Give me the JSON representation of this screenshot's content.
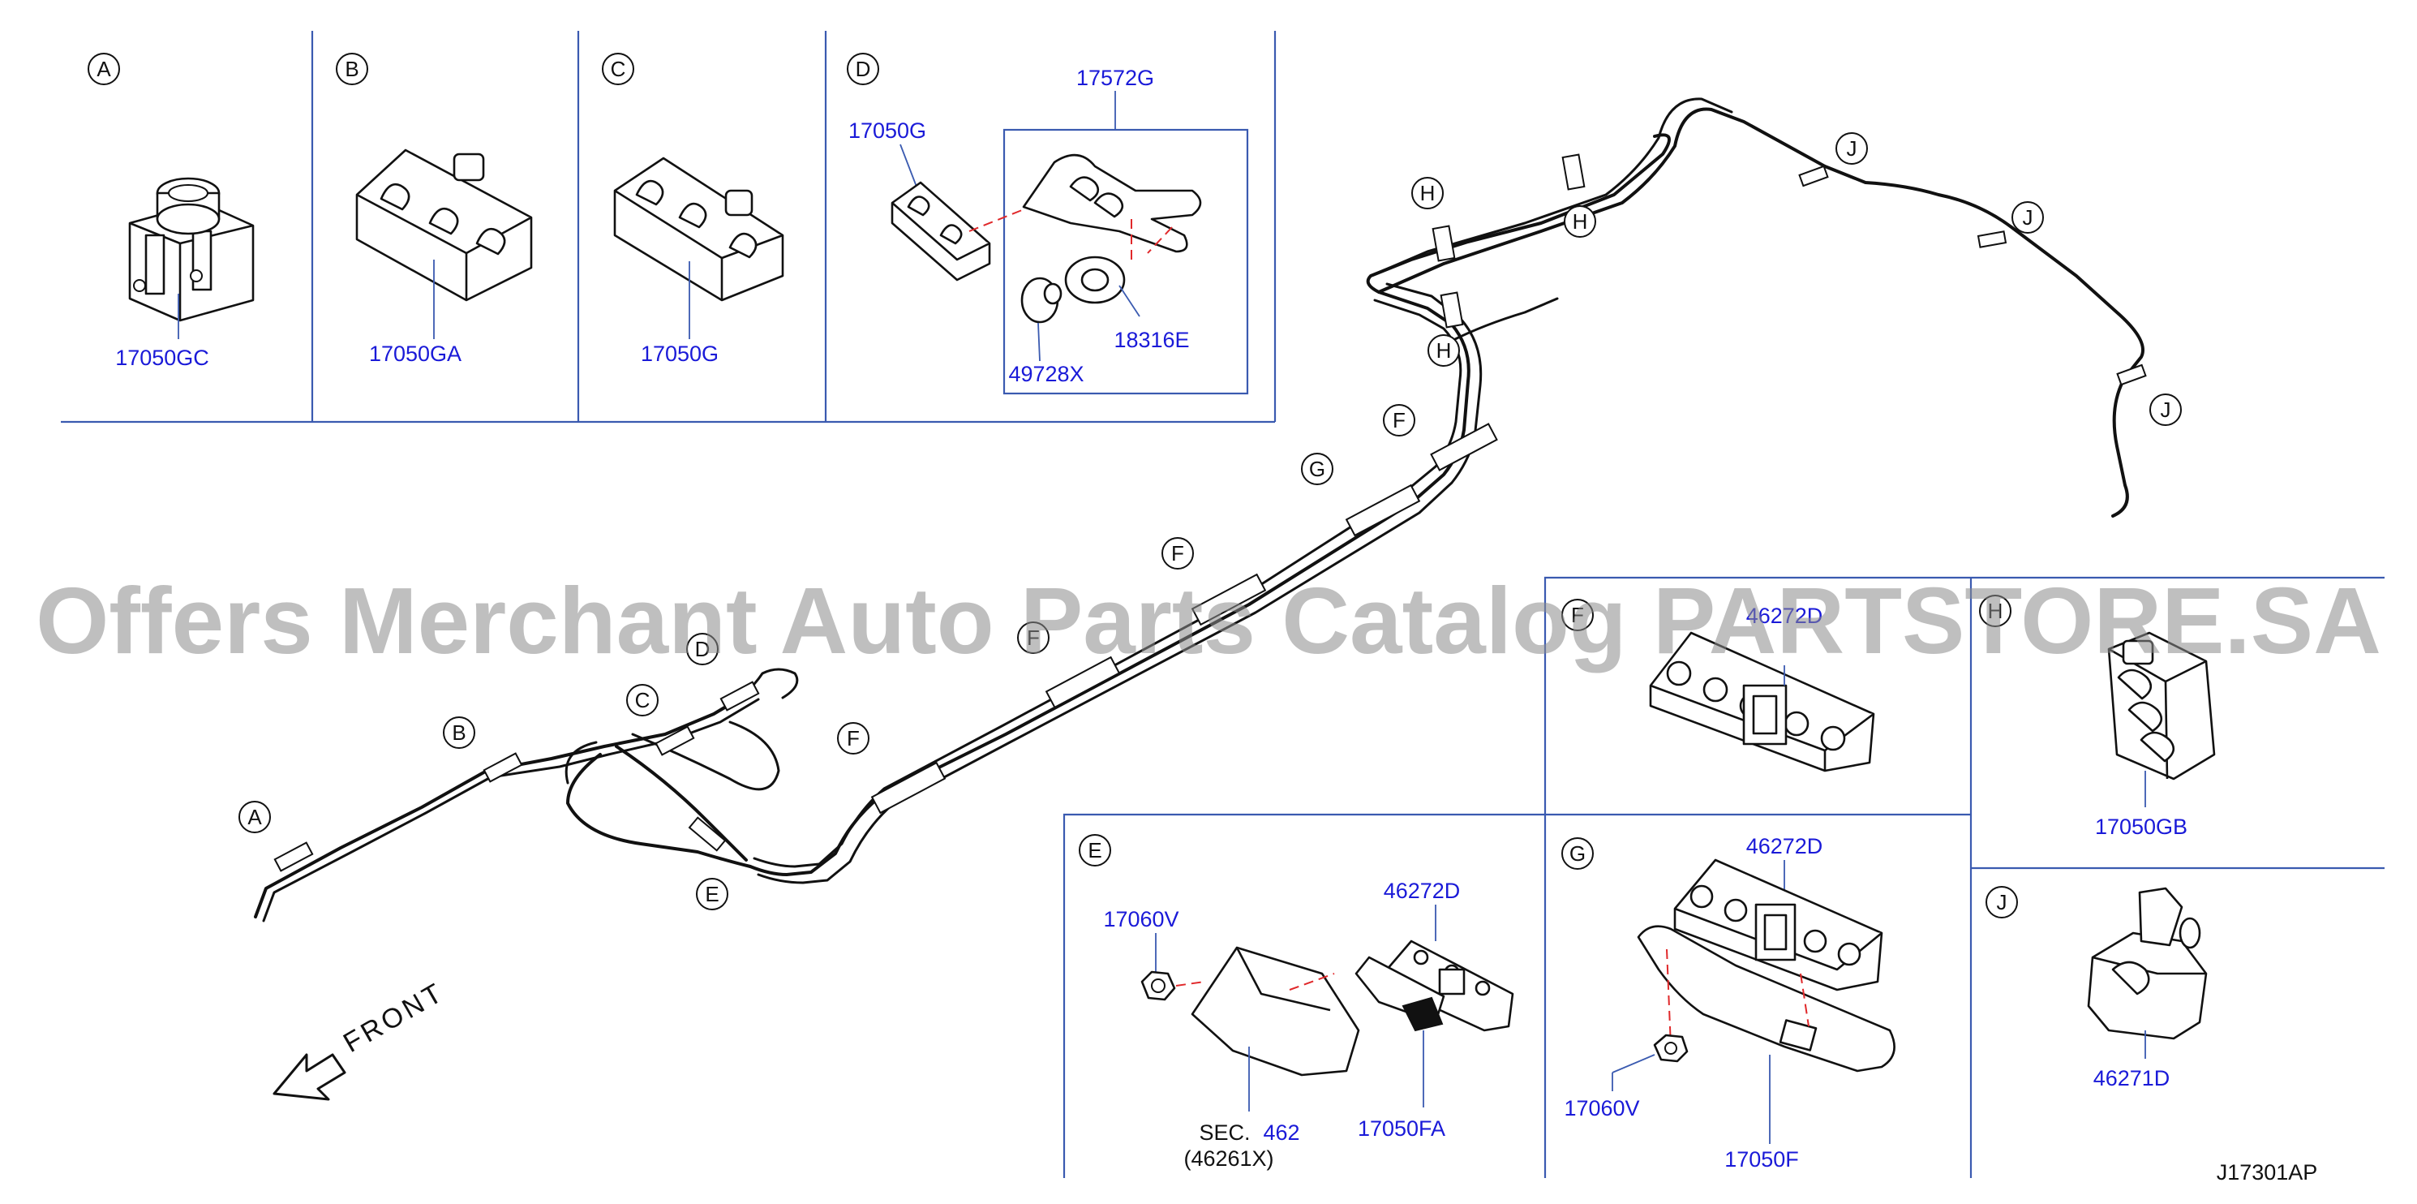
{
  "diagram_id": "J17301AP",
  "front_label": "FRONT",
  "watermark": "Offers Merchant Auto Parts Catalog PARTSTORE.SA",
  "panels": {
    "A": {
      "letter": "A",
      "part": "17050GC"
    },
    "B": {
      "letter": "B",
      "part": "17050GA"
    },
    "C": {
      "letter": "C",
      "part": "17050G"
    },
    "D": {
      "letter": "D",
      "part_top": "17572G",
      "part_clip": "17050G",
      "part_grommet": "18316E",
      "part_washer": "49728X"
    },
    "E": {
      "letter": "E",
      "part_nut": "17060V",
      "part_clamp": "46272D",
      "part_bracket": "17050FA",
      "sec_prefix": "SEC.",
      "sec_number": "462",
      "sec_ref": "(46261X)"
    },
    "F": {
      "letter": "F",
      "part": "46272D"
    },
    "G": {
      "letter": "G",
      "part_clamp": "46272D",
      "part_nut": "17060V",
      "part_bracket": "17050F"
    },
    "H": {
      "letter": "H",
      "part": "17050GB"
    },
    "J": {
      "letter": "J",
      "part": "46271D"
    }
  },
  "callouts": {
    "a": "A",
    "b": "B",
    "c": "C",
    "d": "D",
    "e": "E",
    "f1": "F",
    "f2": "F",
    "f3": "F",
    "f4": "F",
    "g": "G",
    "h1": "H",
    "h2": "H",
    "h3": "H",
    "j1": "J",
    "j2": "J",
    "j3": "J"
  }
}
